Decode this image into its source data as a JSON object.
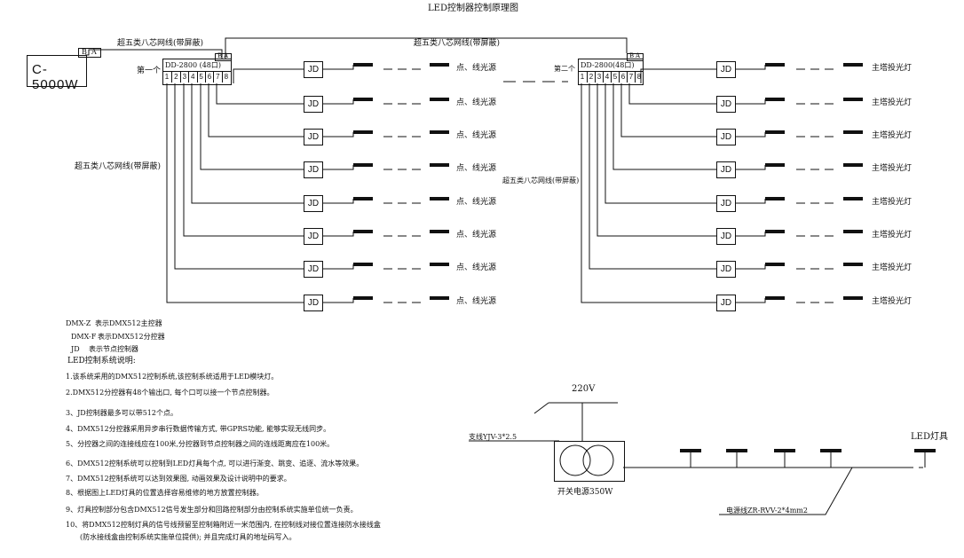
{
  "title": "LED控制器控制原理图",
  "main_controller": {
    "label": "C-5000W",
    "ports": [
      "B",
      "A"
    ]
  },
  "cable_label_top_left": "超五类八芯网线(带屏蔽)",
  "cable_label_top_right": "超五类八芯网线(带屏蔽)",
  "cable_label_left_mid": "超五类八芯网线(带屏蔽)",
  "cable_label_center_mid": "超五类八芯网线(带屏蔽)",
  "splitter1": {
    "prefix": "第一个",
    "label": "DD-2800 (48口)",
    "top_ports": [
      "B",
      "A"
    ],
    "ports": [
      "1",
      "2",
      "3",
      "4",
      "5",
      "6",
      "7",
      "8"
    ]
  },
  "splitter2": {
    "prefix": "第二个",
    "label": "DD-2800(48口)",
    "top_ports": [
      "B",
      "A"
    ],
    "ports": [
      "1",
      "2",
      "3",
      "4",
      "5",
      "6",
      "7",
      "8"
    ]
  },
  "jd_label": "JD",
  "left_lamp_label": "点、线光源",
  "right_lamp_label": "主塔投光灯",
  "legend": [
    {
      "code": "DMX-Z",
      "desc": "表示DMX512主控器"
    },
    {
      "code": "DMX-F",
      "desc": "表示DMX512分控器"
    },
    {
      "code": "JD",
      "desc": "表示节点控制器"
    }
  ],
  "notes_title": "LED控制系统说明:",
  "notes": [
    "1.该系统采用的DMX512控制系统,该控制系统适用于LED模块灯。",
    "2.DMX512分控器有48个输出口, 每个口可以接一个节点控制器。",
    "3、JD控制器最多可以带512个点。",
    "4、DMX512分控器采用异步串行数据传输方式, 带GPRS功能, 能够实现无线同步。",
    "5、分控器之间的连接线应在100米,分控器到节点控制器之间的连线距离应在100米。",
    "6、DMX512控制系统可以控制到LED灯具每个点, 可以进行渐变、跳变、追逐、流水等效果。",
    "7、DMX512控制系统可以达到效果图, 动画效果及设计说明中的要求。",
    "8、根据图上LED灯具的位置选择容易维修的地方放置控制器。",
    "9、灯具控制部分包含DMX512信号发生部分和回路控制部分由控制系统实施单位统一负责。",
    "10、将DMX512控制灯具的信号线预留至控制箱附近一米范围内, 在控制线对接位置连接防水接线盒",
    "(防水接线盒由控制系统实施单位提供); 并且完成灯具的地址码写入。"
  ],
  "power": {
    "voltage": "220V",
    "branch_label": "支线YJV-3*2.5",
    "supply_label": "开关电源350W",
    "lamp_label": "LED灯具",
    "cable_label": "电源线ZR-RVV-2*4mm2"
  }
}
